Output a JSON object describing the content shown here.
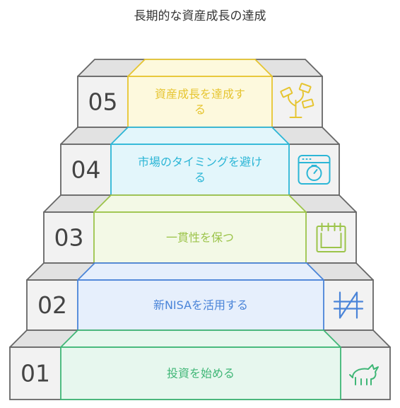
{
  "title": "長期的な資産成長の達成",
  "steps": [
    {
      "number": "01",
      "lines": [
        "投資を始める"
      ],
      "icon": "bull-icon",
      "accent": "#3fb676",
      "fill": "#e7f7ee"
    },
    {
      "number": "02",
      "lines": [
        "新NISAを活用する"
      ],
      "icon": "naira-icon",
      "accent": "#4a84d8",
      "fill": "#e6effc"
    },
    {
      "number": "03",
      "lines": [
        "一貫性を保つ"
      ],
      "icon": "calendar-icon",
      "accent": "#9cc44a",
      "fill": "#f3f9e6"
    },
    {
      "number": "04",
      "lines": [
        "市場のタイミングを避け",
        "る"
      ],
      "icon": "stopwatch-icon",
      "accent": "#2cb6d6",
      "fill": "#e3f6fb"
    },
    {
      "number": "05",
      "lines": [
        "資産成長を達成す",
        "る"
      ],
      "icon": "money-plant-icon",
      "accent": "#e6c531",
      "fill": "#fdf9dd"
    }
  ]
}
